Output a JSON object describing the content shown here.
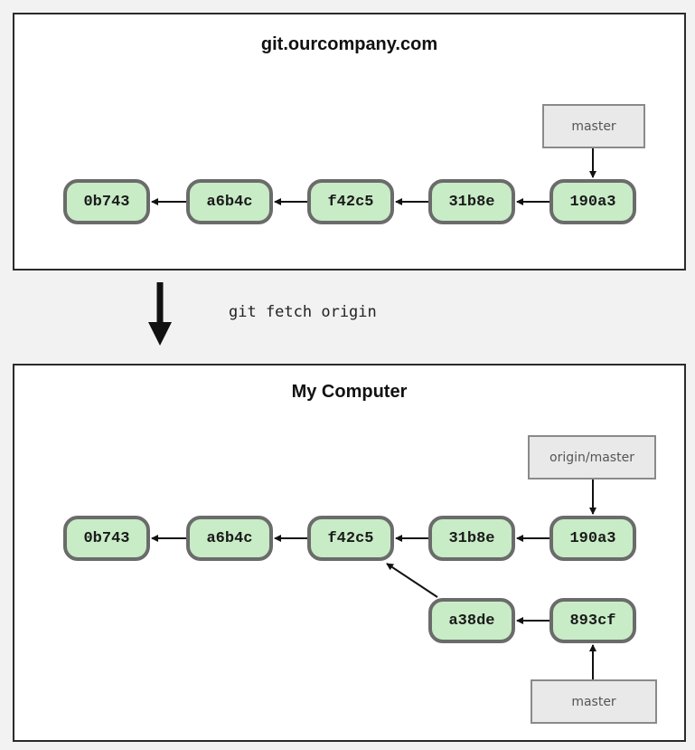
{
  "top_panel": {
    "title": "git.ourcompany.com",
    "commits": [
      "0b743",
      "a6b4c",
      "f42c5",
      "31b8e",
      "190a3"
    ],
    "branch_label": "master"
  },
  "command": "git fetch origin",
  "bottom_panel": {
    "title": "My Computer",
    "commits": [
      "0b743",
      "a6b4c",
      "f42c5",
      "31b8e",
      "190a3"
    ],
    "local_commits": [
      "a38de",
      "893cf"
    ],
    "remote_branch_label": "origin/master",
    "local_branch_label": "master"
  },
  "colors": {
    "commit_fill": "#c8ecc6",
    "commit_border": "#6b6b6b",
    "branch_fill": "#e9e9e9",
    "panel_border": "#2b2b2b"
  }
}
